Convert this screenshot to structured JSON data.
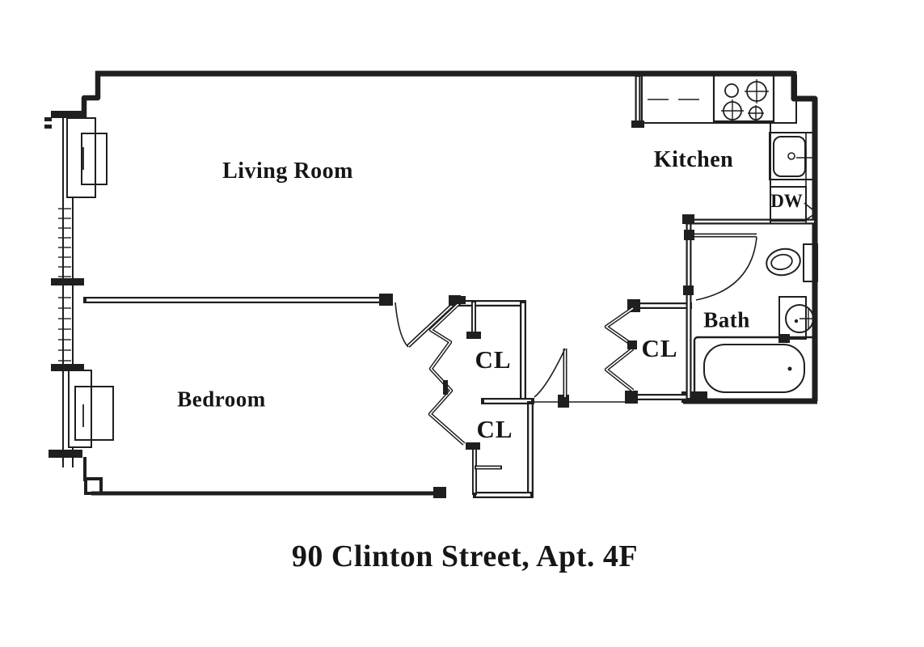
{
  "title": "90 Clinton Street, Apt. 4F",
  "rooms": {
    "living_room": "Living Room",
    "kitchen": "Kitchen",
    "bedroom": "Bedroom",
    "bath": "Bath"
  },
  "closets": {
    "bedroom_upper": "CL",
    "bedroom_lower": "CL",
    "hall": "CL"
  },
  "appliances": {
    "dishwasher": "DW"
  },
  "colors": {
    "ink": "#1f1f1f",
    "background": "#ffffff"
  }
}
